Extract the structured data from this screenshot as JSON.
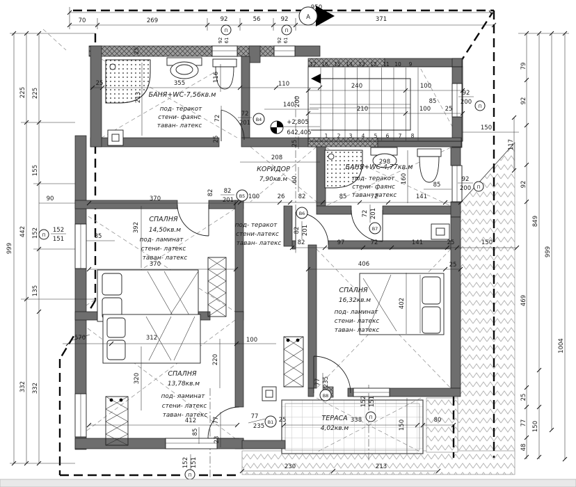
{
  "section_marker": "A",
  "window_symbol": "П",
  "level": {
    "value": "+2,805",
    "datum": "642,405"
  },
  "fixtures": {
    "sink_callout": "298"
  },
  "rooms": {
    "bath1": {
      "name": "БАНЯ+WC-7,56кв.м",
      "floor": "под- теракот",
      "walls": "стени- фаянс",
      "ceiling": "таван- латекс"
    },
    "bath2": {
      "name": "БАНЯ+WC-4,77кв.м",
      "floor": "под- теракот",
      "walls": "стени- фаянс",
      "ceiling": "таван- латекс"
    },
    "corridor": {
      "name": "КОРИДОР",
      "area": "7,90кв.м",
      "floor": "под- теракот",
      "walls": "стени-латекс",
      "ceiling": "таван- латекс"
    },
    "bedroom1": {
      "name": "СПАЛНЯ",
      "area": "14,50кв.м",
      "floor": "под- ламинат",
      "walls": "стени- латекс",
      "ceiling": "таван- латекс"
    },
    "bedroom2": {
      "name": "СПАЛНЯ",
      "area": "16,32кв.м",
      "floor": "под- ламинат",
      "walls": "стени- латекс",
      "ceiling": "таван- латекс"
    },
    "bedroom3": {
      "name": "СПАЛНЯ",
      "area": "13,78кв.м",
      "floor": "под- ламинат",
      "walls": "стени- латекс",
      "ceiling": "таван- латекс"
    },
    "terrace": {
      "name": "ТЕРАСА",
      "area": "4,02кв.м"
    }
  },
  "stairs": {
    "upper": [
      "17",
      "16",
      "15",
      "14",
      "13",
      "12",
      "11",
      "10",
      "9"
    ],
    "lower": [
      "1",
      "2",
      "3",
      "4",
      "5",
      "6",
      "7",
      "8"
    ]
  },
  "doors": {
    "b4": {
      "w": "72",
      "h": "201",
      "tag": "В4"
    },
    "b5": {
      "w": "82",
      "h": "201",
      "tag": "В5"
    },
    "b6": {
      "w": "82",
      "h": "201",
      "tag": "В6"
    },
    "b7": {
      "w": "72",
      "h": "201",
      "tag": "В7"
    },
    "b8": {
      "w": "77",
      "h": "235",
      "tag": "В8"
    },
    "b1": {
      "w": "77",
      "h": "235",
      "tag": "В1"
    }
  },
  "windows": {
    "w1": {
      "a": "92",
      "b": "61"
    },
    "w2": {
      "a": "92",
      "b": "200"
    },
    "w3": {
      "a": "152",
      "b": "151"
    }
  },
  "dims": {
    "overall_top": "950",
    "top": [
      "70",
      "269",
      "92",
      "56",
      "92",
      "371"
    ],
    "top_sub": [
      "92",
      "61",
      "92",
      "61"
    ],
    "left_out": "999",
    "left_a": [
      "225",
      "442",
      "332"
    ],
    "left_b": [
      "225",
      "155",
      "152",
      "135",
      "332"
    ],
    "left_90": "90",
    "right_a": [
      "79",
      "92",
      "117",
      "92",
      "849",
      "999"
    ],
    "right_b": "150",
    "right_c": [
      "469",
      "1004",
      "25",
      "77",
      "150",
      "48"
    ],
    "stair": [
      "240",
      "100",
      "210",
      "100",
      "85",
      "25"
    ],
    "bath1": [
      "355",
      "213",
      "116",
      "72",
      "25",
      "25",
      "25",
      "110"
    ],
    "hall": [
      "140",
      "200",
      "25",
      "60",
      "208",
      "100",
      "26",
      "82",
      "82"
    ],
    "bath2": [
      "160",
      "85",
      "85",
      "72",
      "141"
    ],
    "row": [
      "82",
      "97",
      "72",
      "141",
      "25",
      "150"
    ],
    "b2": [
      "406",
      "25",
      "402"
    ],
    "b1": [
      "370",
      "392",
      "85",
      "370",
      "312",
      "570"
    ],
    "b3": [
      "320",
      "220",
      "412",
      "85",
      "77",
      "23",
      "100"
    ],
    "terr": [
      "25",
      "338",
      "150",
      "80",
      "230",
      "213"
    ]
  }
}
